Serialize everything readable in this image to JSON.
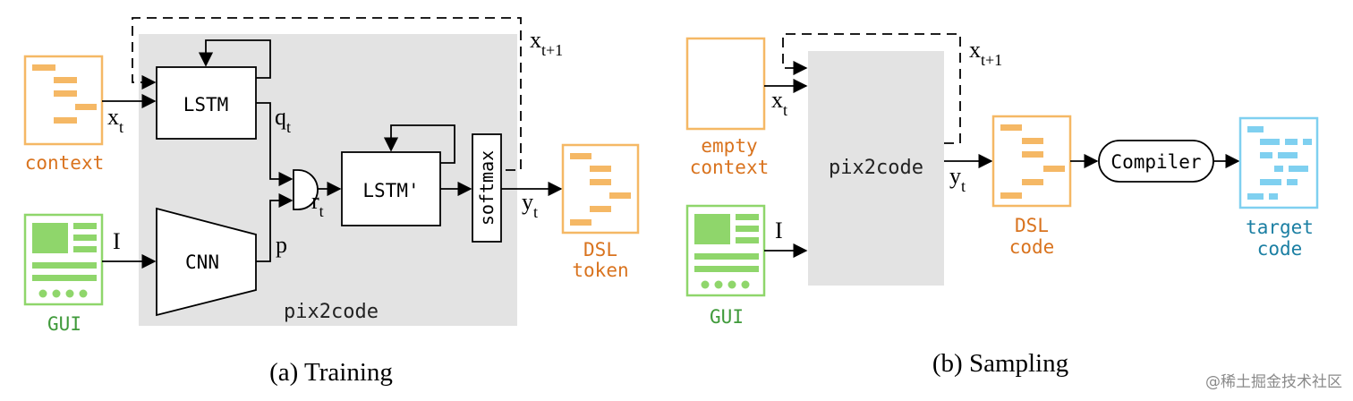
{
  "training": {
    "caption": "(a) Training",
    "container_label": "pix2code",
    "lstm1_label": "LSTM",
    "lstm2_label": "LSTM'",
    "cnn_label": "CNN",
    "softmax_label": "softmax",
    "context_label": "context",
    "gui_label": "GUI",
    "output_label_line1": "DSL",
    "output_label_line2": "token",
    "var_x": "x",
    "var_x_sub": "t",
    "var_xt1": "x",
    "var_xt1_sub": "t+1",
    "var_q": "q",
    "var_q_sub": "t",
    "var_r": "r",
    "var_r_sub": "t",
    "var_p": "p",
    "var_I": "I",
    "var_y": "y",
    "var_y_sub": "t"
  },
  "sampling": {
    "caption": "(b) Sampling",
    "container_label": "pix2code",
    "empty_context_line1": "empty",
    "empty_context_line2": "context",
    "gui_label": "GUI",
    "dsl_line1": "DSL",
    "dsl_line2": "code",
    "compiler_label": "Compiler",
    "target_line1": "target",
    "target_line2": "code",
    "var_x": "x",
    "var_x_sub": "t",
    "var_xt1": "x",
    "var_xt1_sub": "t+1",
    "var_I": "I",
    "var_y": "y",
    "var_y_sub": "t"
  },
  "watermark": "@稀土掘金技术社区",
  "colors": {
    "orange": "#f5b865",
    "orange_text": "#d9731e",
    "green": "#8fd66b",
    "green_text": "#3f9a3a",
    "blue": "#7fd0f0",
    "blue_text": "#1b7fa3",
    "gray_bg": "#e3e3e3"
  }
}
